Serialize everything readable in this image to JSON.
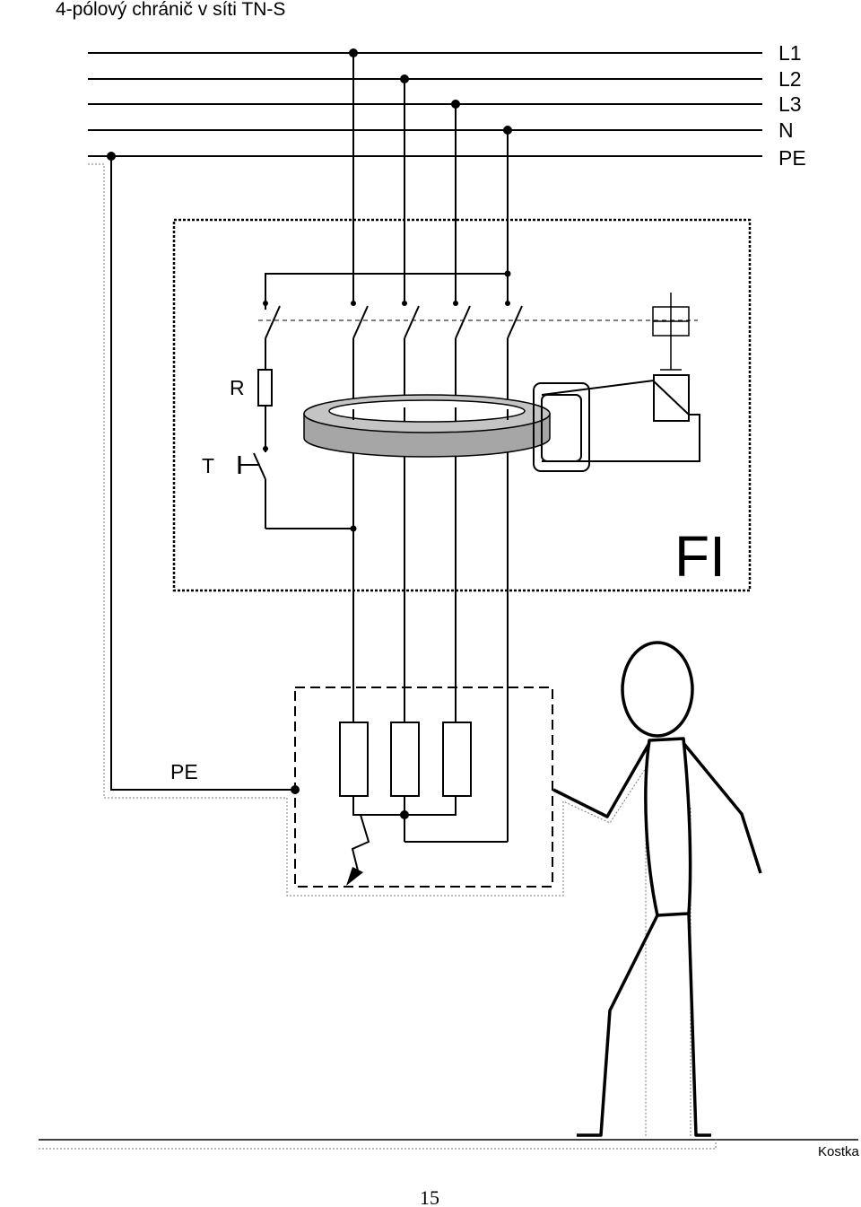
{
  "title": "4-pólový chránič v síti TN-S",
  "conductors": [
    "L1",
    "L2",
    "L3",
    "N",
    "PE"
  ],
  "device": {
    "label": "FI",
    "resistor_label": "R",
    "test_button_label": "T"
  },
  "pe_label": "PE",
  "footer": {
    "author": "Kostka",
    "page_number": "15"
  }
}
